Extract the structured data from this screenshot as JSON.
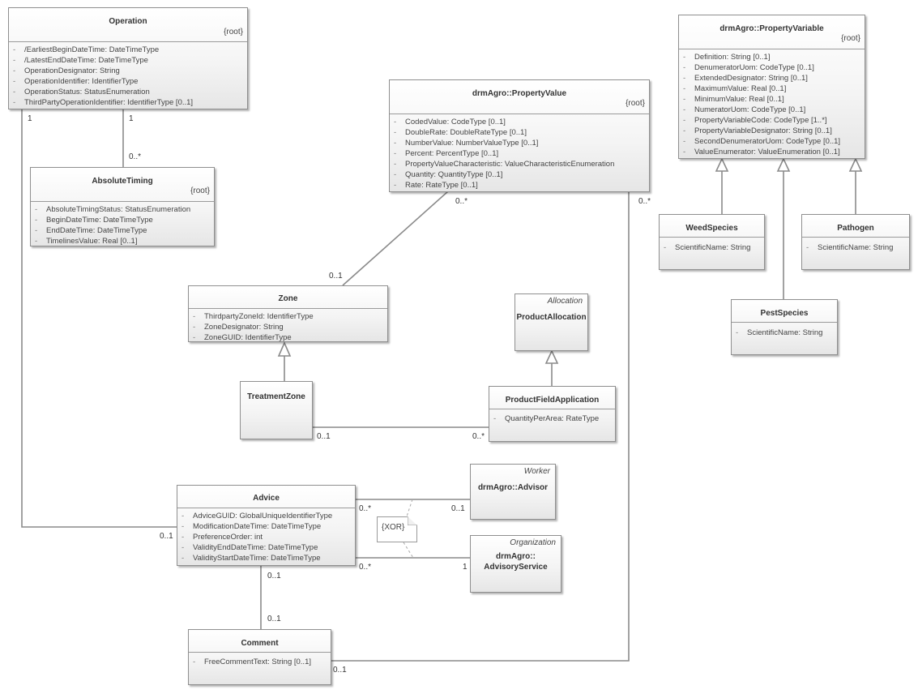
{
  "classes": {
    "operation": {
      "name": "Operation",
      "tag": "{root}",
      "attributes": [
        "/EarliestBeginDateTime: DateTimeType",
        "/LatestEndDateTime: DateTimeType",
        "OperationDesignator: String",
        "OperationIdentifier: IdentifierType",
        "OperationStatus: StatusEnumeration",
        "ThirdPartyOperationIdentifier: IdentifierType [0..1]"
      ]
    },
    "absolute_timing": {
      "name": "AbsoluteTiming",
      "tag": "{root}",
      "attributes": [
        "AbsoluteTimingStatus: StatusEnumeration",
        "BeginDateTime: DateTimeType",
        "EndDateTime: DateTimeType",
        "TimelinesValue: Real [0..1]"
      ]
    },
    "property_value": {
      "name": "drmAgro::PropertyValue",
      "tag": "{root}",
      "attributes": [
        "CodedValue: CodeType [0..1]",
        "DoubleRate: DoubleRateType [0..1]",
        "NumberValue: NumberValueType [0..1]",
        "Percent: PercentType [0..1]",
        "PropertyValueCharacteristic: ValueCharacteristicEnumeration",
        "Quantity: QuantityType [0..1]",
        "Rate: RateType [0..1]"
      ]
    },
    "property_variable": {
      "name": "drmAgro::PropertyVariable",
      "tag": "{root}",
      "attributes": [
        "Definition: String [0..1]",
        "DenumeratorUom: CodeType [0..1]",
        "ExtendedDesignator: String [0..1]",
        "MaximumValue: Real [0..1]",
        "MinimumValue: Real [0..1]",
        "NumeratorUom: CodeType [0..1]",
        "PropertyVariableCode: CodeType [1..*]",
        "PropertyVariableDesignator: String [0..1]",
        "SecondDenumeratorUom: CodeType [0..1]",
        "ValueEnumerator: ValueEnumeration [0..1]"
      ]
    },
    "weed_species": {
      "name": "WeedSpecies",
      "attributes": [
        "ScientificName: String"
      ]
    },
    "pathogen": {
      "name": "Pathogen",
      "attributes": [
        "ScientificName: String"
      ]
    },
    "pest_species": {
      "name": "PestSpecies",
      "attributes": [
        "ScientificName: String"
      ]
    },
    "zone": {
      "name": "Zone",
      "attributes": [
        "ThirdpartyZoneId: IdentifierType",
        "ZoneDesignator: String",
        "ZoneGUID: IdentifierType"
      ]
    },
    "treatment_zone": {
      "name": "TreatmentZone"
    },
    "product_allocation": {
      "stereotype": "Allocation",
      "name": "ProductAllocation"
    },
    "product_field_application": {
      "name": "ProductFieldApplication",
      "attributes": [
        "QuantityPerArea: RateType"
      ]
    },
    "advisor": {
      "stereotype": "Worker",
      "name": "drmAgro::Advisor"
    },
    "advisory_service": {
      "stereotype": "Organization",
      "name_line1": "drmAgro::",
      "name_line2": "AdvisoryService"
    },
    "advice": {
      "name": "Advice",
      "attributes": [
        "AdviceGUID: GlobalUniqueIdentifierType",
        "ModificationDateTime: DateTimeType",
        "PreferenceOrder: int",
        "ValidityEndDateTime: DateTimeType",
        "ValidityStartDateTime: DateTimeType"
      ]
    },
    "comment": {
      "name": "Comment",
      "attributes": [
        "FreeCommentText: String [0..1]"
      ]
    }
  },
  "note_text": "{XOR}",
  "multiplicities": {
    "operation_advice_src": "1",
    "operation_timing_src": "1",
    "timing_end": "0..*",
    "property_value_zone_src": "0..*",
    "zone_end": "0..1",
    "property_value_comment_src": "0..*",
    "treatment_zone_end": "0..1",
    "product_field_application_end": "0..*",
    "advice_advisor_src": "0..*",
    "advisor_end": "0..1",
    "advice_service_src": "0..*",
    "service_end": "1",
    "advice_operation_end": "0..1",
    "advice_comment_src": "0..1",
    "comment_advice_end": "0..1",
    "comment_property_end": "0..1"
  }
}
